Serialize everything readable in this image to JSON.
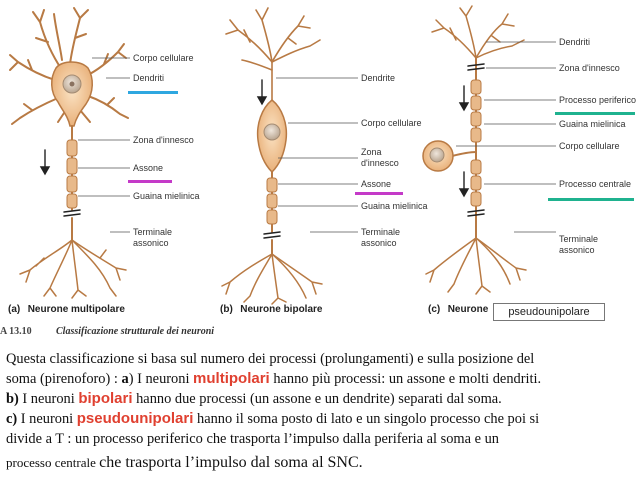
{
  "colors": {
    "highlight": "#e04030",
    "cyan_underline": "#2ea7e0",
    "magenta_underline": "#c43ac8",
    "green_underline": "#1fb28f",
    "neuron_stroke": "#b87a44",
    "myelin": "#e8b98a",
    "soma_fill": "#f3c999",
    "nucleus": "#d9c7b4"
  },
  "labels": {
    "multipolar": {
      "soma": "Corpo cellulare",
      "dendrites": "Dendriti",
      "hillock": "Zona d'innesco",
      "axon": "Assone",
      "myelin": "Guaina mielinica",
      "terminals_1": "Terminale",
      "terminals_2": "assonico"
    },
    "bipolar": {
      "dendrite": "Dendrite",
      "soma": "Corpo cellulare",
      "hillock_1": "Zona",
      "hillock_2": "d'innesco",
      "axon": "Assone",
      "myelin": "Guaina mielinica",
      "terminals_1": "Terminale",
      "terminals_2": "assonico"
    },
    "pseudounipolar": {
      "dendrites": "Dendriti",
      "hillock": "Zona d'innesco",
      "peripheral": "Processo periferico",
      "myelin": "Guaina mielinica",
      "soma": "Corpo cellulare",
      "central": "Processo centrale",
      "terminals_1": "Terminale",
      "terminals_2": "assonico"
    }
  },
  "captions": {
    "a_letter": "(a)",
    "a_text": "Neurone multipolare",
    "b_letter": "(b)",
    "b_text": "Neurone bipolare",
    "c_letter": "(c)",
    "c_text": "Neurone",
    "c_box": "pseudounipolare"
  },
  "figure": {
    "number": "A 13.10",
    "title": "Classificazione strutturale dei neuroni"
  },
  "description": {
    "line1": "Questa classificazione si basa sul numero dei processi (prolungamenti) e sulla posizione del",
    "line2_pre": " soma (pirenoforo) : ",
    "line2_a": "a",
    "line2_mid": ")  I neuroni ",
    "line2_hl": "multipolari",
    "line2_post": "  hanno più  processi: un assone e molti dendriti.",
    "line3_b": "b)",
    "line3_pre": " I neuroni ",
    "line3_hl": "bipolari",
    "line3_post": " hanno due processi (un assone e un dendrite)  separati dal soma.",
    "line4_c": "c)",
    "line4_pre": " I neuroni ",
    "line4_hl": "pseudounipolari",
    "line4_post": "  hanno il soma posto di lato e  un  singolo processo  che poi si",
    "line5": "    divide  a T : un processo periferico che trasporta  l’impulso dalla periferia al soma e un",
    "line6_small": "    processo  centrale ",
    "line6_big": "che trasporta l’impulso dal soma al SNC."
  }
}
